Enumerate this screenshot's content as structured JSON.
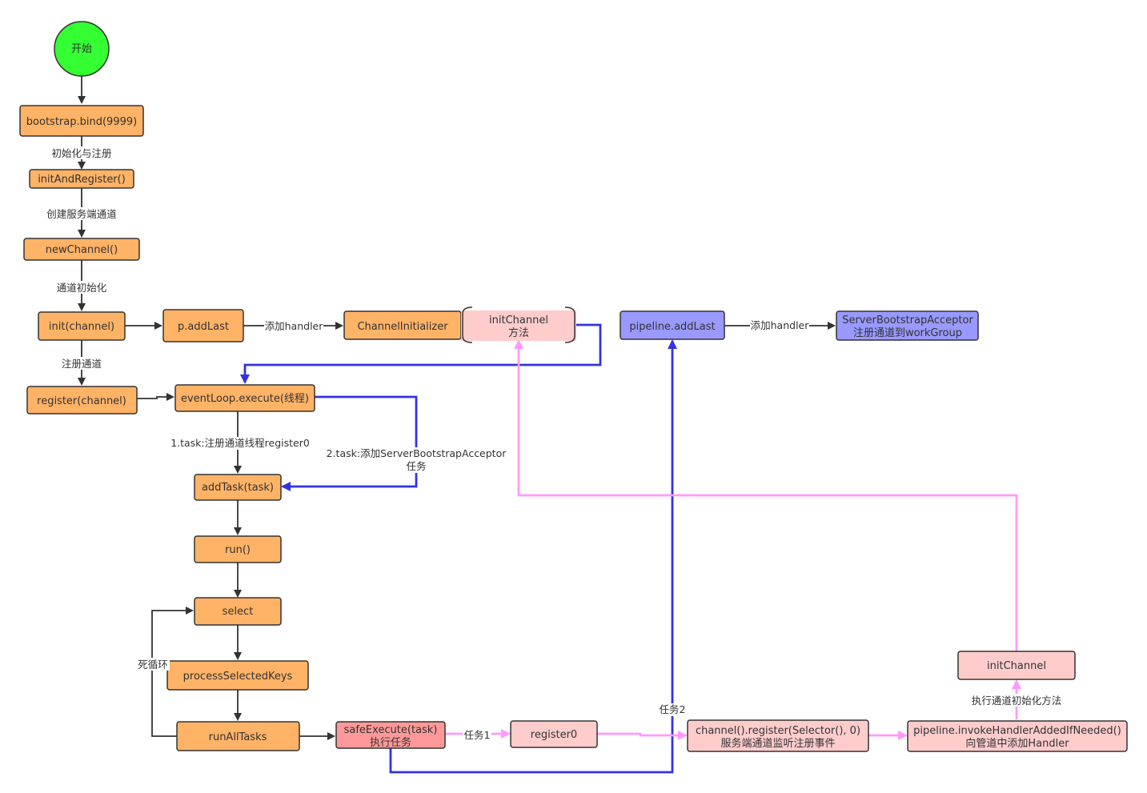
{
  "nodes": {
    "start": "开始",
    "bind": "bootstrap.bind(9999)",
    "init_and_register": "initAndRegister()",
    "new_channel": "newChannel()",
    "init_channel": "init(channel)",
    "p_add_last": "p.addLast",
    "channel_initializer": "ChannelInitializer",
    "init_channel_method_line1": "initChannel",
    "init_channel_method_line2": "方法",
    "pipeline_add_last": "pipeline.addLast",
    "acceptor_line1": "ServerBootstrapAcceptor",
    "acceptor_line2": "注册通道到workGroup",
    "register_channel": "register(channel)",
    "event_loop_execute": "eventLoop.execute(线程)",
    "add_task": "addTask(task)",
    "run": "run()",
    "select": "select",
    "process_selected_keys": "processSelectedKeys",
    "run_all_tasks": "runAllTasks",
    "safe_execute_line1": "safeExecute(task)",
    "safe_execute_line2": "执行任务",
    "register0": "register0",
    "channel_register_line1": "channel().register(Selector(), 0)",
    "channel_register_line2": "服务端通道监听注册事件",
    "invoke_handler_line1": "pipeline.invokeHandlerAddedIfNeeded()",
    "invoke_handler_line2": "向管道中添加Handler",
    "init_channel_right": "initChannel"
  },
  "edges": {
    "init_register": "初始化与注册",
    "create_channel": "创建服务端通道",
    "channel_init": "通道初始化",
    "register_channel": "注册通道",
    "add_handler_1": "添加handler",
    "add_handler_2": "添加handler",
    "task1": "1.task:注册通道线程register0",
    "task2_line1": "2.task:添加ServerBootstrapAcceptor",
    "task2_line2": "任务",
    "dead_loop": "死循环",
    "task_one": "任务1",
    "task_two": "任务2",
    "exec_init_method": "执行通道初始化方法"
  }
}
